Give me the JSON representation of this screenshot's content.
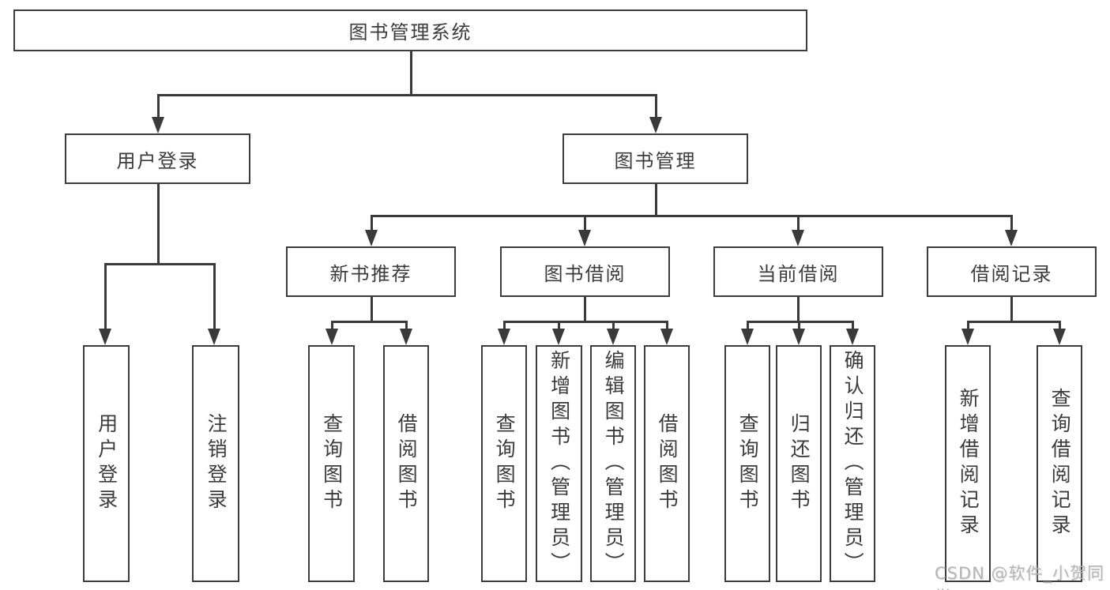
{
  "tree": {
    "root": {
      "label": "图书管理系统"
    },
    "branches": [
      {
        "label": "用户登录",
        "children": [
          {
            "label": "用户登录"
          },
          {
            "label": "注销登录"
          }
        ]
      },
      {
        "label": "图书管理",
        "children": [
          {
            "label": "新书推荐",
            "children": [
              {
                "label": "查询图书"
              },
              {
                "label": "借阅图书"
              }
            ]
          },
          {
            "label": "图书借阅",
            "children": [
              {
                "label": "查询图书"
              },
              {
                "label": "新增图书（管理员）"
              },
              {
                "label": "编辑图书（管理员）"
              },
              {
                "label": "借阅图书"
              }
            ]
          },
          {
            "label": "当前借阅",
            "children": [
              {
                "label": "查询图书"
              },
              {
                "label": "归还图书"
              },
              {
                "label": "确认归还（管理员）"
              }
            ]
          },
          {
            "label": "借阅记录",
            "children": [
              {
                "label": "新增借阅记录"
              },
              {
                "label": "查询借阅记录"
              }
            ]
          }
        ]
      }
    ]
  },
  "watermark": {
    "text": "CSDN @软件_小贺同学"
  },
  "colors": {
    "line": "#3a3a3a",
    "text": "#3b3b3b",
    "background": "#ffffff",
    "watermark": "#b6b6b6"
  }
}
